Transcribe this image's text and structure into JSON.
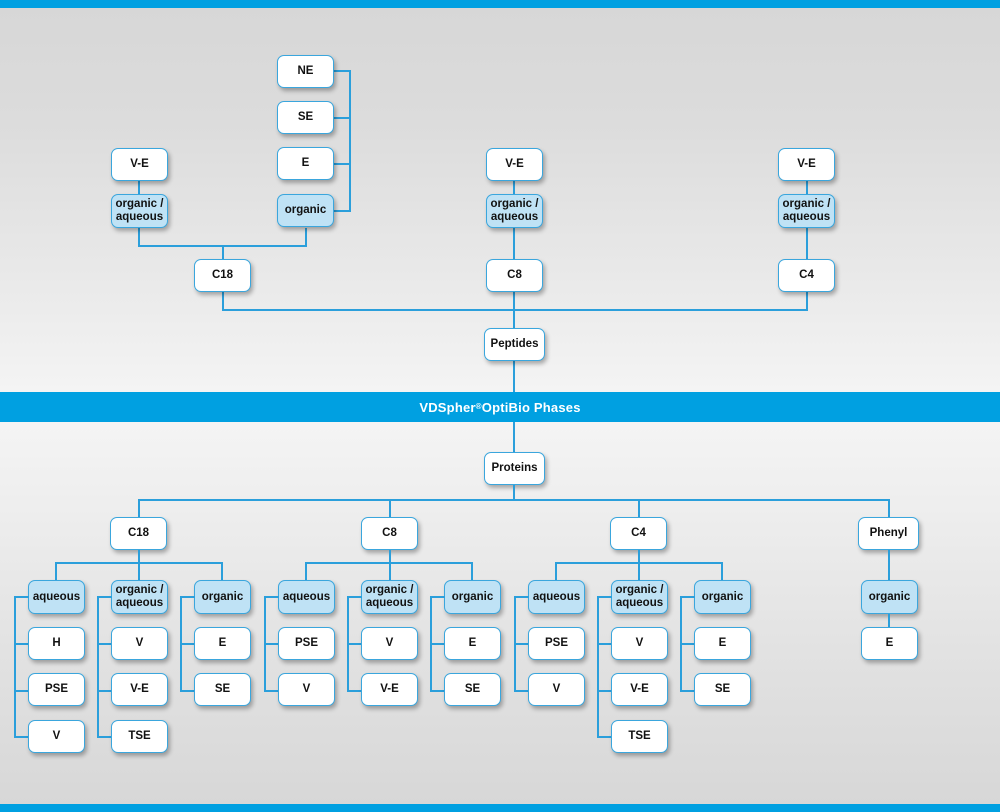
{
  "banner": {
    "brand": "VDSpher",
    "registered": "®",
    "rest": " OptiBio Phases"
  },
  "colors": {
    "accent": "#00a0e1",
    "box_border": "#3aa6dd",
    "box_fill_white": "#ffffff",
    "box_fill_blue": "#bfe2f5",
    "connector": "#2b9fdb",
    "text": "#111111",
    "banner_text": "#ffffff"
  },
  "peptides": {
    "root_label": "Peptides",
    "branches": [
      {
        "label": "C18",
        "groups": [
          {
            "label": "organic /\naqueous",
            "line1": "organic /",
            "line2": "aqueous",
            "fill": "blue",
            "children": [
              {
                "label": "V-E"
              }
            ]
          },
          {
            "label": "organic",
            "line1": "organic",
            "line2": "",
            "fill": "blue",
            "children": [
              {
                "label": "NE"
              },
              {
                "label": "SE"
              },
              {
                "label": "E"
              }
            ]
          }
        ]
      },
      {
        "label": "C8",
        "groups": [
          {
            "label": "organic /\naqueous",
            "line1": "organic /",
            "line2": "aqueous",
            "fill": "blue",
            "children": [
              {
                "label": "V-E"
              }
            ]
          }
        ]
      },
      {
        "label": "C4",
        "groups": [
          {
            "label": "organic /\naqueous",
            "line1": "organic /",
            "line2": "aqueous",
            "fill": "blue",
            "children": [
              {
                "label": "V-E"
              }
            ]
          }
        ]
      }
    ]
  },
  "proteins": {
    "root_label": "Proteins",
    "branches": [
      {
        "label": "C18",
        "groups": [
          {
            "line1": "aqueous",
            "line2": "",
            "fill": "blue",
            "children": [
              {
                "label": "H"
              },
              {
                "label": "PSE"
              },
              {
                "label": "V"
              }
            ]
          },
          {
            "line1": "organic /",
            "line2": "aqueous",
            "fill": "blue",
            "children": [
              {
                "label": "V"
              },
              {
                "label": "V-E"
              },
              {
                "label": "TSE"
              }
            ]
          },
          {
            "line1": "organic",
            "line2": "",
            "fill": "blue",
            "children": [
              {
                "label": "E"
              },
              {
                "label": "SE"
              }
            ]
          }
        ]
      },
      {
        "label": "C8",
        "groups": [
          {
            "line1": "aqueous",
            "line2": "",
            "fill": "blue",
            "children": [
              {
                "label": "PSE"
              },
              {
                "label": "V"
              }
            ]
          },
          {
            "line1": "organic /",
            "line2": "aqueous",
            "fill": "blue",
            "children": [
              {
                "label": "V"
              },
              {
                "label": "V-E"
              }
            ]
          },
          {
            "line1": "organic",
            "line2": "",
            "fill": "blue",
            "children": [
              {
                "label": "E"
              },
              {
                "label": "SE"
              }
            ]
          }
        ]
      },
      {
        "label": "C4",
        "groups": [
          {
            "line1": "aqueous",
            "line2": "",
            "fill": "blue",
            "children": [
              {
                "label": "PSE"
              },
              {
                "label": "V"
              }
            ]
          },
          {
            "line1": "organic /",
            "line2": "aqueous",
            "fill": "blue",
            "children": [
              {
                "label": "V"
              },
              {
                "label": "V-E"
              },
              {
                "label": "TSE"
              }
            ]
          },
          {
            "line1": "organic",
            "line2": "",
            "fill": "blue",
            "children": [
              {
                "label": "E"
              },
              {
                "label": "SE"
              }
            ]
          }
        ]
      },
      {
        "label": "Phenyl",
        "groups": [
          {
            "line1": "organic",
            "line2": "",
            "fill": "blue",
            "children": [
              {
                "label": "E"
              }
            ]
          }
        ]
      }
    ]
  },
  "nodes": {
    "top": {
      "ne": "NE",
      "se": "SE",
      "e": "E",
      "organic": "organic",
      "ve_left": "V-E",
      "oa_left_1": "organic /",
      "oa_left_2": "aqueous",
      "c18": "C18",
      "ve_mid": "V-E",
      "oa_mid_1": "organic /",
      "oa_mid_2": "aqueous",
      "c8": "C8",
      "ve_right": "V-E",
      "oa_right_1": "organic /",
      "oa_right_2": "aqueous",
      "c4": "C4",
      "peptides": "Peptides"
    },
    "bottom": {
      "proteins": "Proteins",
      "c18": "C18",
      "c8": "C8",
      "c4": "C4",
      "phenyl": "Phenyl",
      "c18_aqueous": "aqueous",
      "c18_oa_1": "organic /",
      "c18_oa_2": "aqueous",
      "c18_organic": "organic",
      "c18_aq_1": "H",
      "c18_aq_2": "PSE",
      "c18_aq_3": "V",
      "c18_oa_c1": "V",
      "c18_oa_c2": "V-E",
      "c18_oa_c3": "TSE",
      "c18_or_c1": "E",
      "c18_or_c2": "SE",
      "c8_aqueous": "aqueous",
      "c8_oa_1": "organic /",
      "c8_oa_2": "aqueous",
      "c8_organic": "organic",
      "c8_aq_1": "PSE",
      "c8_aq_2": "V",
      "c8_oa_c1": "V",
      "c8_oa_c2": "V-E",
      "c8_or_c1": "E",
      "c8_or_c2": "SE",
      "c4_aqueous": "aqueous",
      "c4_oa_1": "organic /",
      "c4_oa_2": "aqueous",
      "c4_organic": "organic",
      "c4_aq_1": "PSE",
      "c4_aq_2": "V",
      "c4_oa_c1": "V",
      "c4_oa_c2": "V-E",
      "c4_oa_c3": "TSE",
      "c4_or_c1": "E",
      "c4_or_c2": "SE",
      "ph_organic": "organic",
      "ph_c1": "E"
    }
  }
}
